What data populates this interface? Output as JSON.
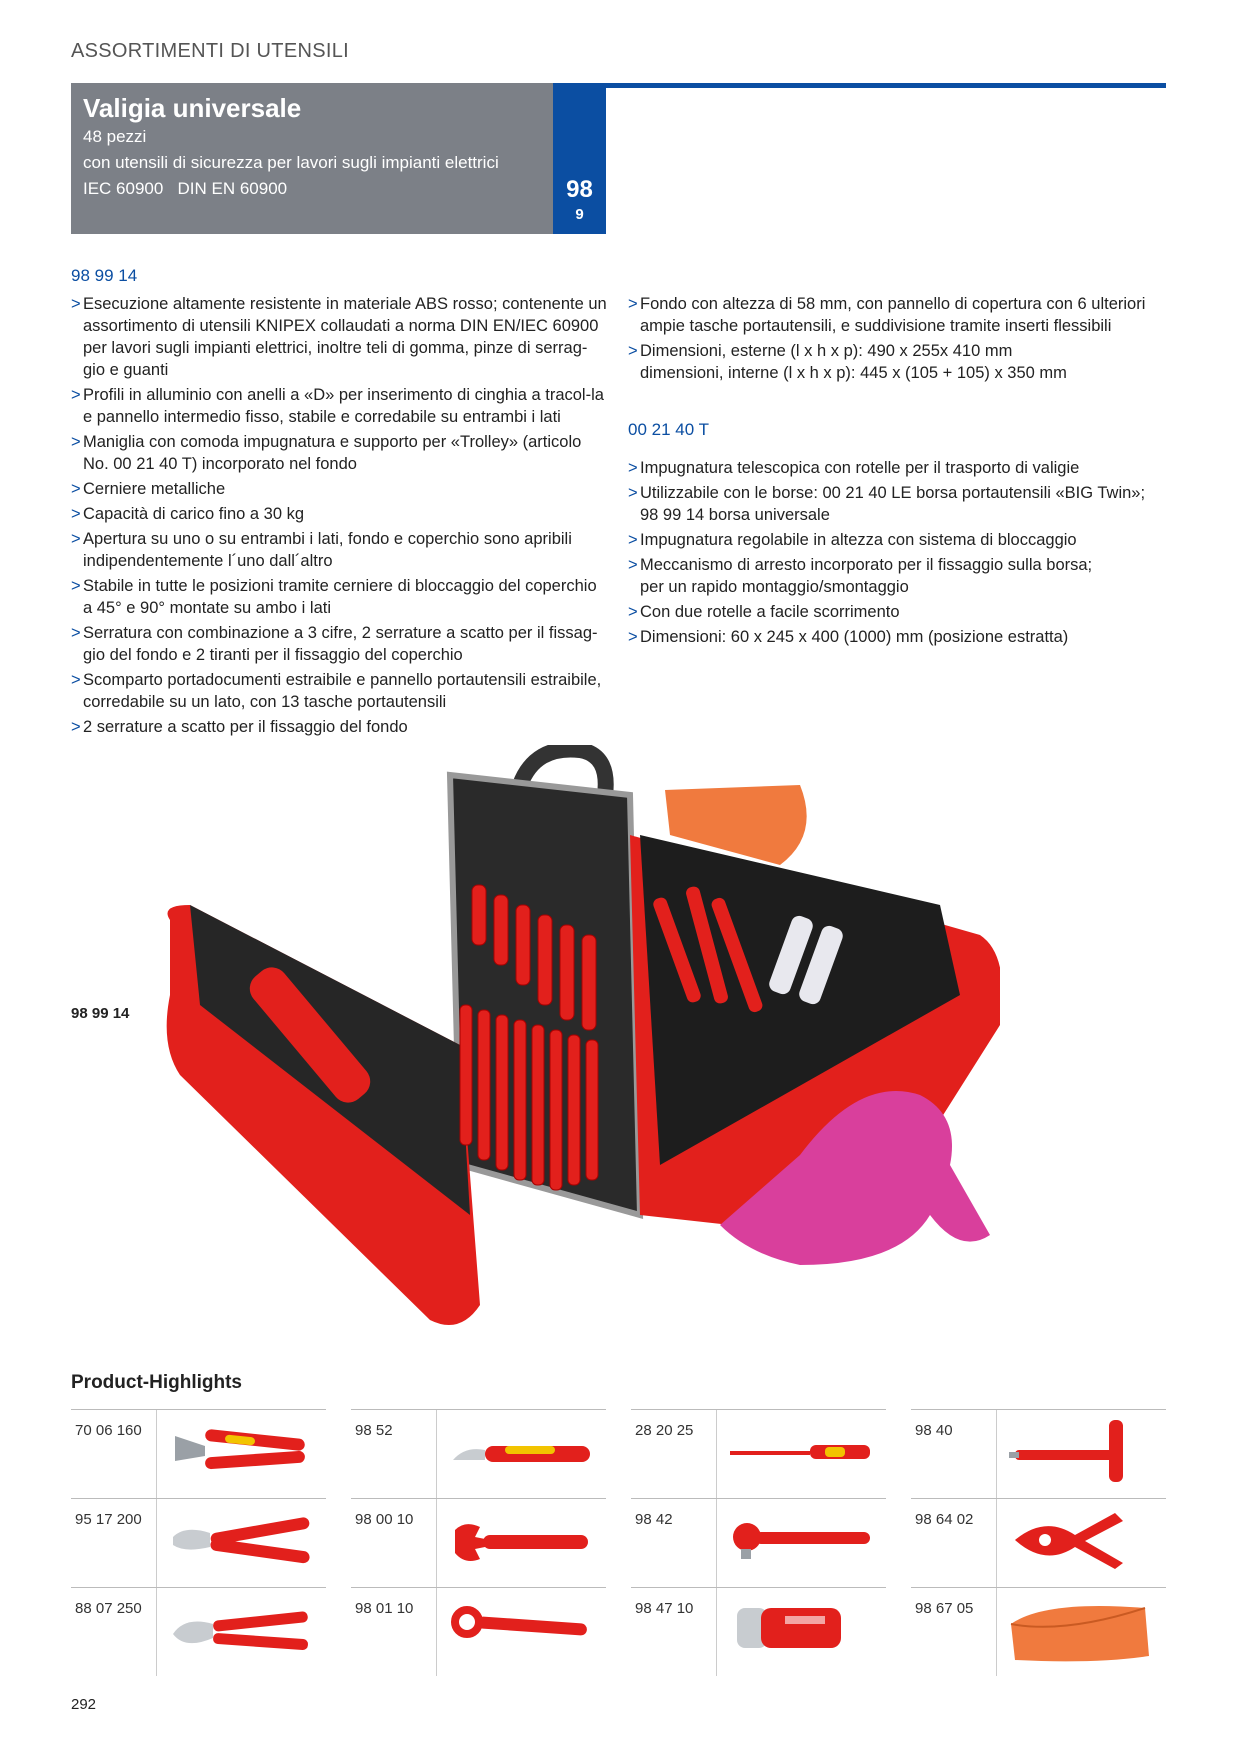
{
  "header": {
    "section": "ASSORTIMENTI DI UTENSILI",
    "title": "Valigia universale",
    "lines": [
      "48 pezzi",
      "con utensili di sicurezza per lavori sugli impianti elettrici",
      "IEC 60900   DIN EN 60900"
    ],
    "tab_number": "98",
    "tab_sub": "9"
  },
  "col1": {
    "code": "98 99 14",
    "bullets": [
      "Esecuzione altamente resistente in materiale ABS rosso; contenente un assortimento di utensili KNIPEX collaudati a norma DIN EN/IEC 60900 per lavori sugli impianti elettrici, inoltre teli di gomma, pinze di serrag-gio e guanti",
      "Profili in alluminio con anelli a «D» per inserimento di cinghia a tracol-la e  pannello intermedio fisso, stabile e corredabile su entrambi i lati",
      "Maniglia con comoda impugnatura e supporto per «Trolley» (articolo No. 00 21 40 T) incorporato nel fondo",
      "Cerniere metalliche",
      "Capacità di carico fino a 30 kg",
      "Apertura su uno o su entrambi i lati, fondo e coperchio sono apribili indipendentemente l´uno dall´altro",
      "Stabile in tutte le posizioni tramite cerniere di bloccaggio del coperchio a 45° e 90° montate su ambo i lati",
      "Serratura con combinazione a 3 cifre, 2  serrature a scatto per il fissag-gio del fondo e 2 tiranti per il fissaggio del coperchio",
      "Scomparto portadocumenti estraibile e pannello portautensili estraibile, corredabile su un lato, con 13 tasche portautensili",
      "2 serrature a scatto per il fissaggio del fondo"
    ]
  },
  "col2": {
    "bullets": [
      "Fondo con altezza di 58 mm, con pannello di copertura con 6 ulteriori ampie tasche portautensili, e suddivisione tramite inserti flessibili",
      "Dimensioni, esterne (l x h x p): 490 x 255x 410 mm\ndimensioni, interne (l x h x p): 445 x (105 + 105) x 350 mm"
    ]
  },
  "col2b": {
    "code": "00 21 40 T",
    "bullets": [
      "Impugnatura telescopica con rotelle per il trasporto di valigie",
      "Utilizzabile con le borse: 00 21 40 LE borsa portautensili «BIG Twin»;\n98 99 14 borsa universale",
      "Impugnatura regolabile in altezza con sistema di bloccaggio",
      "Meccanismo di arresto incorporato per il fissaggio sulla borsa;\nper un rapido montaggio/smontaggio",
      "Con due rotelle a facile scorrimento",
      "Dimensioni: 60 x 245 x 400 (1000) mm (posizione estratta)"
    ]
  },
  "photo_label": "98 99 14",
  "highlights": {
    "title": "Product-Highlights",
    "items": [
      {
        "code": "70 06 160",
        "icon": "diagonal-cutter-icon"
      },
      {
        "code": "98 52",
        "icon": "cable-knife-icon"
      },
      {
        "code": "28 20 25",
        "icon": "screwdriver-icon"
      },
      {
        "code": "98 40",
        "icon": "t-handle-wrench-icon"
      },
      {
        "code": "95 17 200",
        "icon": "cable-shears-icon"
      },
      {
        "code": "98 00 10",
        "icon": "open-end-wrench-icon"
      },
      {
        "code": "98 42",
        "icon": "ratchet-icon"
      },
      {
        "code": "98 64 02",
        "icon": "fuse-puller-icon"
      },
      {
        "code": "88 07 250",
        "icon": "water-pump-pliers-icon"
      },
      {
        "code": "98 01 10",
        "icon": "ring-spanner-icon"
      },
      {
        "code": "98 47 10",
        "icon": "socket-icon"
      },
      {
        "code": "98 67 05",
        "icon": "insulating-sheet-icon"
      }
    ]
  },
  "page_number": "292",
  "colors": {
    "brand_blue": "#0b4ea2",
    "header_gray": "#7c8087",
    "tool_red": "#e2201c"
  }
}
